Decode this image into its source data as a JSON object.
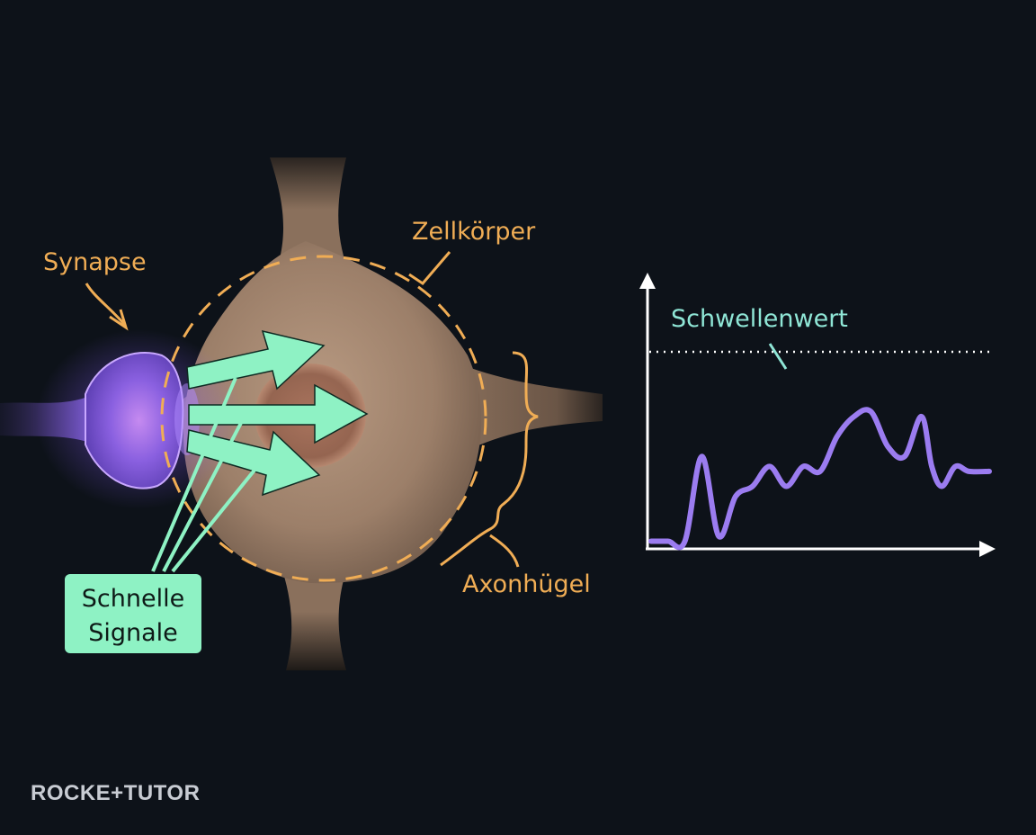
{
  "labels": {
    "synapse": "Synapse",
    "cell_body": "Zellkörper",
    "axon_hillock": "Axonhügel",
    "threshold": "Schwellenwert",
    "fast_signals_line1": "Schnelle",
    "fast_signals_line2": "Signale"
  },
  "branding": {
    "logo_text": "ROCKE+TUTOR"
  },
  "colors": {
    "annotation": "#f0ad55",
    "signal_arrows": "#8ef2c4",
    "threshold_text": "#8fe6d6",
    "membrane_curve": "#9b7cf0",
    "background": "#0d1219"
  },
  "chart_data": {
    "type": "line",
    "title": "",
    "xlabel": "",
    "ylabel": "",
    "threshold": 0.78,
    "threshold_label": "Schwellenwert",
    "x": [
      0,
      0.5,
      1.0,
      1.5,
      2.0,
      2.5,
      3.0,
      3.5,
      4.0,
      4.5,
      5.0,
      5.5,
      6.0,
      6.5,
      7.0,
      7.5,
      8.0,
      8.3,
      8.6,
      9.0,
      9.4,
      10.0
    ],
    "series": [
      {
        "values": [
          0.02,
          0.02,
          0.02,
          0.36,
          0.04,
          0.2,
          0.24,
          0.32,
          0.24,
          0.32,
          0.3,
          0.44,
          0.52,
          0.54,
          0.4,
          0.36,
          0.52,
          0.32,
          0.24,
          0.32,
          0.3,
          0.3
        ]
      }
    ],
    "xlim": [
      0,
      10
    ],
    "ylim": [
      0,
      1
    ],
    "grid": false
  }
}
